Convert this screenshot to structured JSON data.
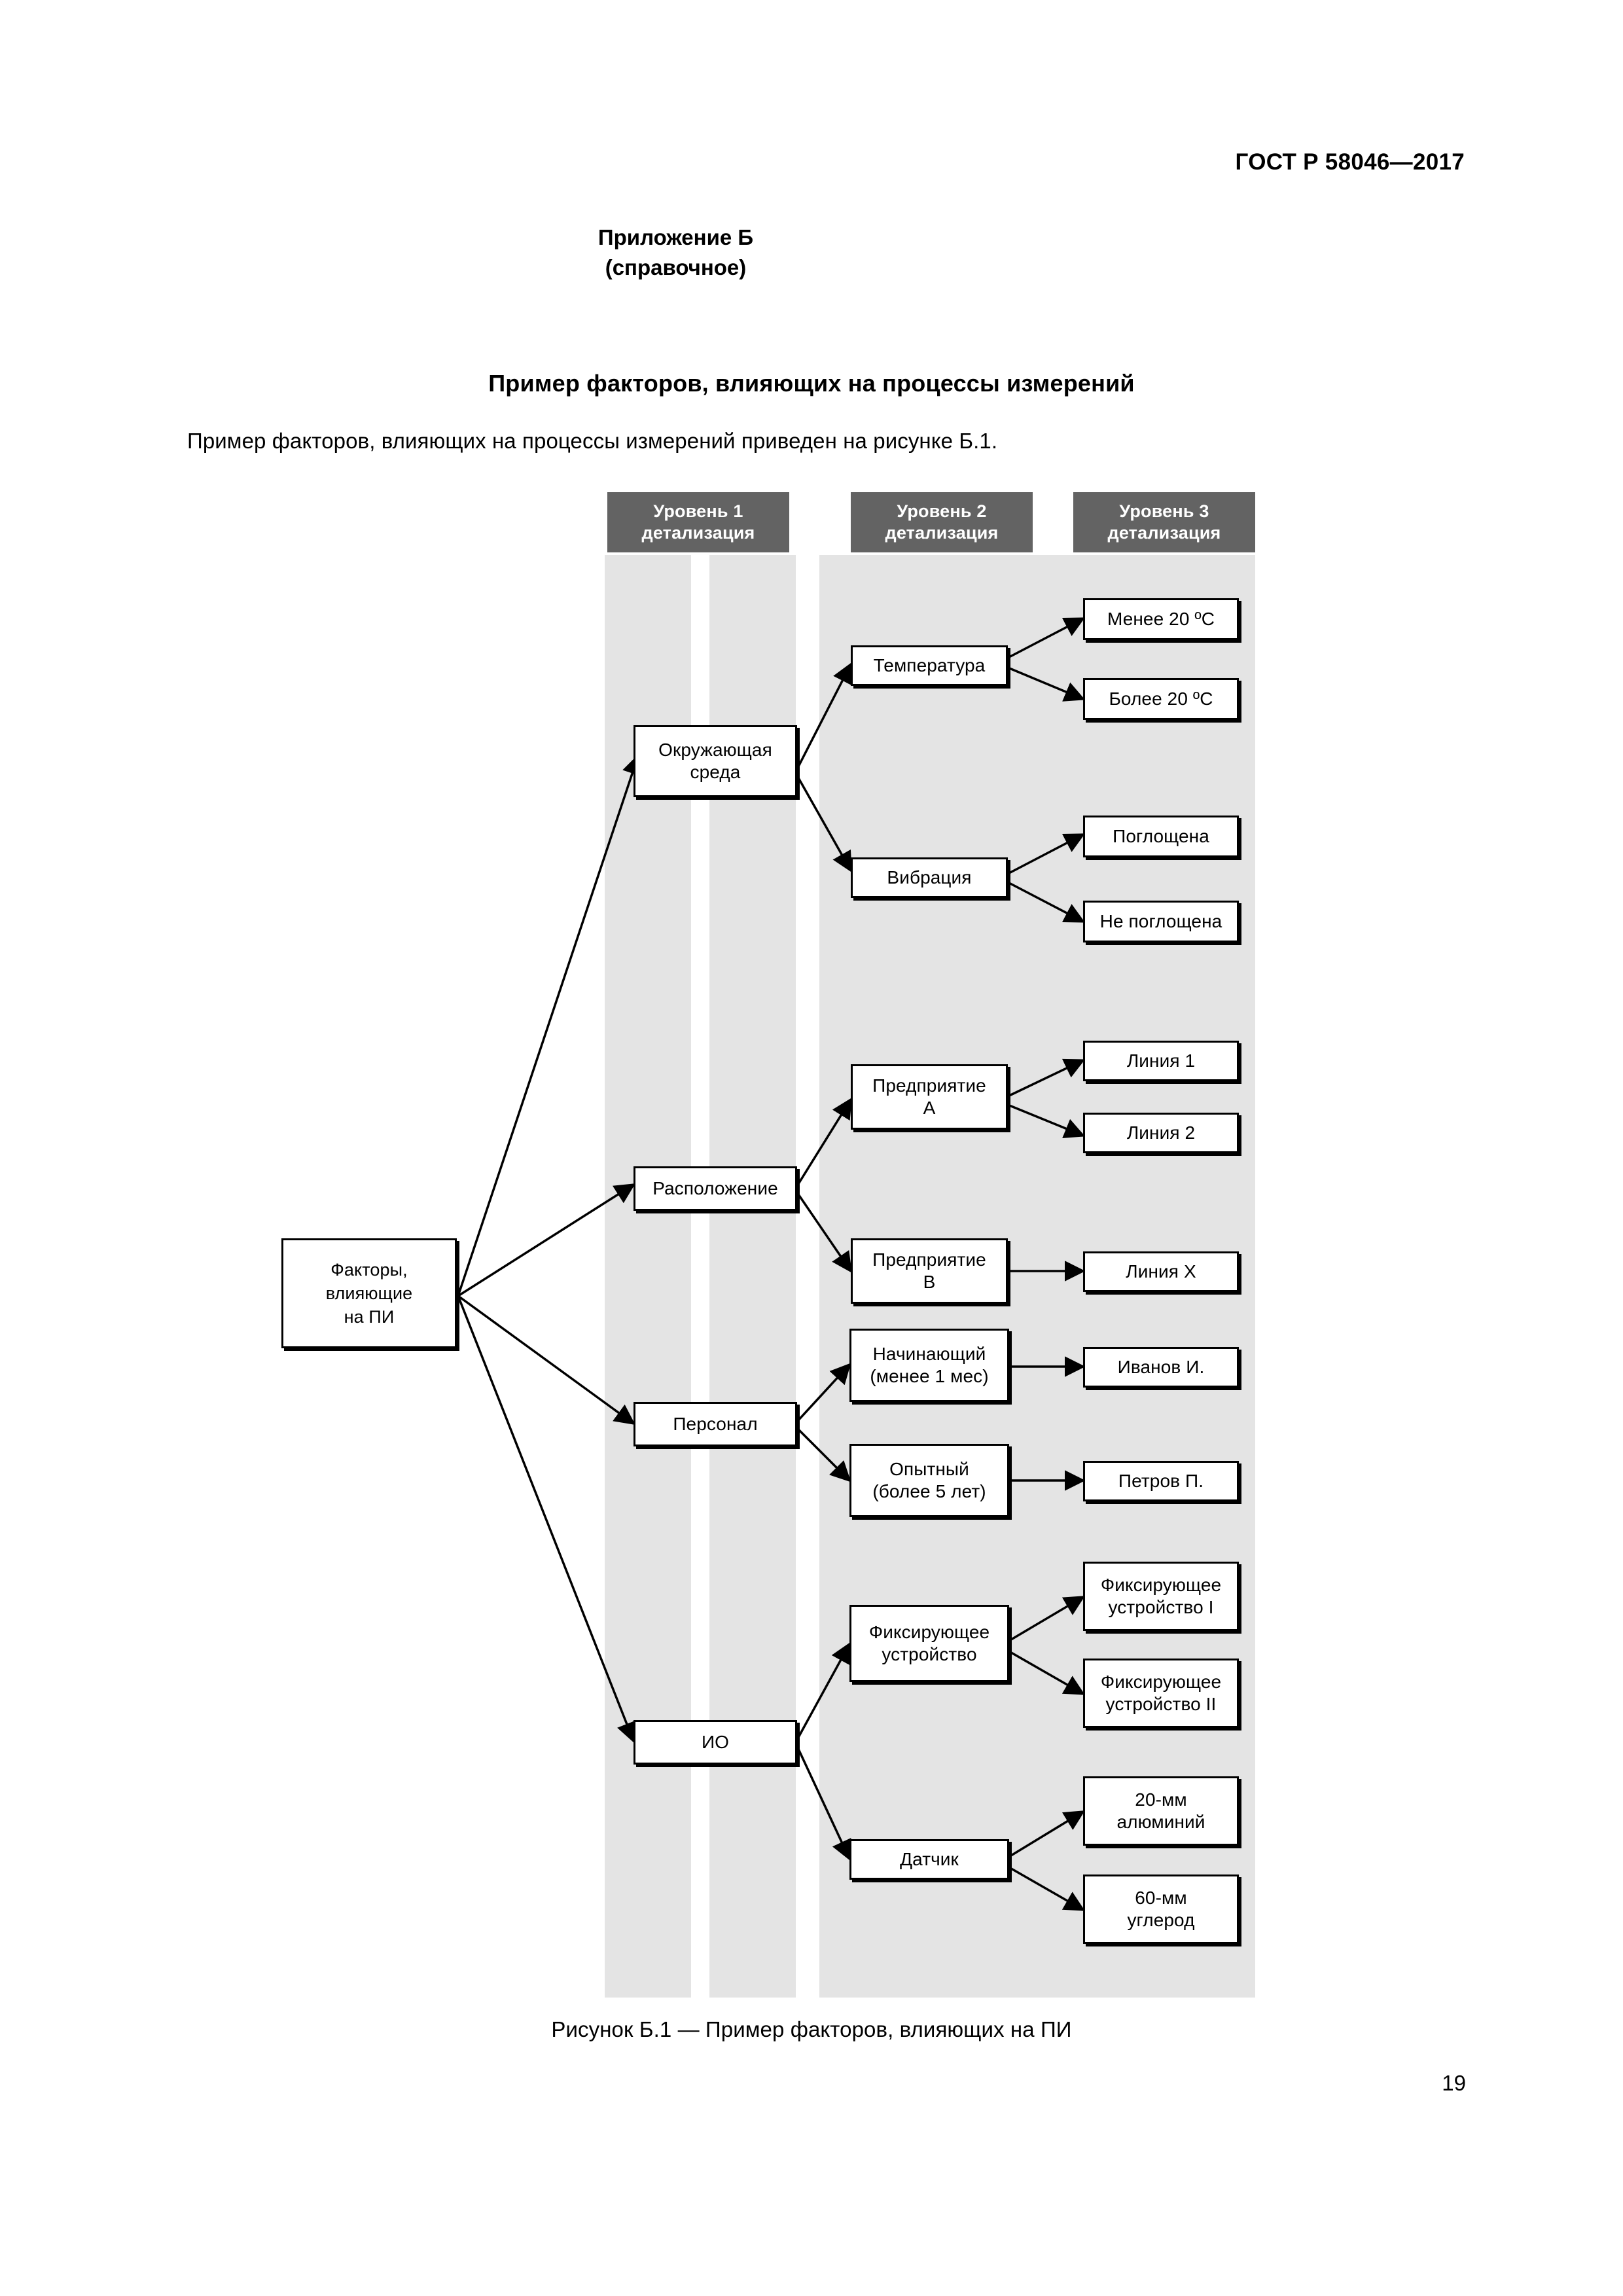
{
  "document": {
    "standard_header": "ГОСТ Р 58046—2017",
    "page_number": "19"
  },
  "appendix": {
    "title": "Приложение Б",
    "subtitle": "(справочное)",
    "section_title": "Пример факторов, влияющих на процессы измерений",
    "intro_paragraph": "Пример факторов, влияющих на процессы измерений приведен на рисунке Б.1.",
    "figure_caption": "Рисунок Б.1 — Пример факторов, влияющих на ПИ"
  },
  "figure": {
    "columns": [
      {
        "line1": "Уровень 1",
        "line2": "детализация"
      },
      {
        "line1": "Уровень 2",
        "line2": "детализация"
      },
      {
        "line1": "Уровень 3",
        "line2": "детализация"
      }
    ],
    "root": "Факторы,\nвлияющие\nна ПИ",
    "level1": [
      "Окружающая\nсреда",
      "Расположение",
      "Персонал",
      "ИО"
    ],
    "level2": [
      "Температура",
      "Вибрация",
      "Предприятие\nА",
      "Предприятие\nВ",
      "Начинающий\n(менее 1 мес)",
      "Опытный\n(более 5 лет)",
      "Фиксирующее\nустройство",
      "Датчик"
    ],
    "level3": [
      "Менее 20 ºC",
      "Более 20 ºC",
      "Поглощена",
      "Не поглощена",
      "Линия 1",
      "Линия 2",
      "Линия Х",
      "Иванов И.",
      "Петров П.",
      "Фиксирующее\nустройство I",
      "Фиксирующее\nустройство II",
      "20-мм\nалюминий",
      "60-мм\nуглерод"
    ],
    "colors": {
      "column_header_bg": "#636363",
      "column_band_bg": "#e4e4e4",
      "node_border": "#000000",
      "node_bg": "#ffffff"
    }
  }
}
